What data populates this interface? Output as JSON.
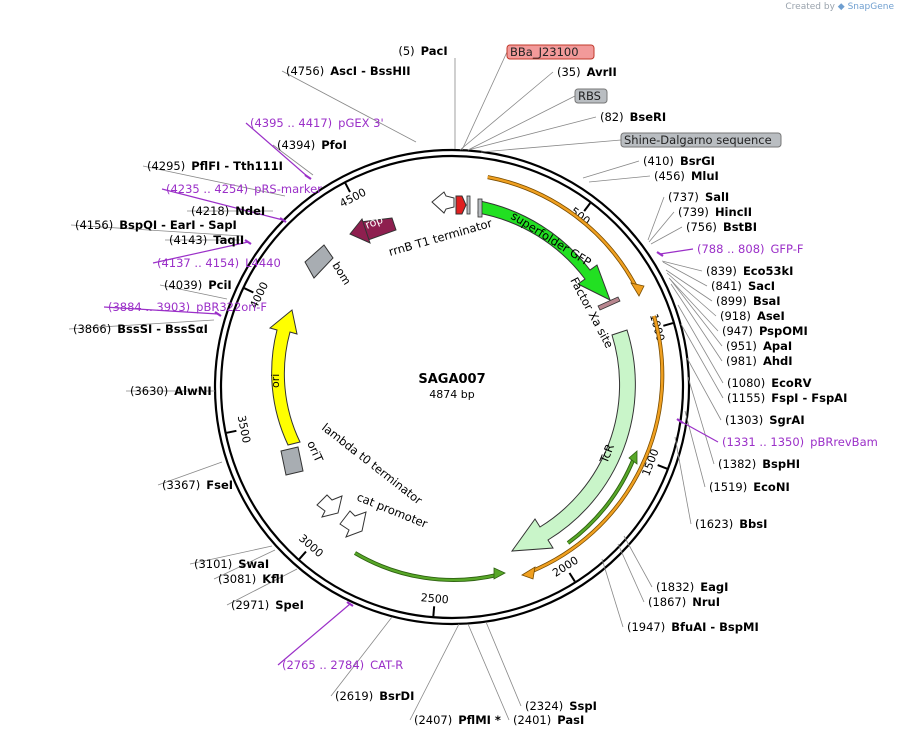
{
  "credit": {
    "prefix": "Created by",
    "brand": "SnapGene"
  },
  "plasmid": {
    "name": "SAGA007",
    "length_label": "4874 bp",
    "length": 4874
  },
  "colors": {
    "enzyme_text": "#000000",
    "primer": "#9b30c8",
    "superfolder_gfp": "#22e022",
    "tcr": "#c9f5c9",
    "ori": "#ffff00",
    "rop": "#8e1f4f",
    "bom": "#a8adb2",
    "orange_arc": "#f0a020",
    "green_arc": "#58a828",
    "rbs_box": "#b9bdc1",
    "bba_box": "#f29a9a"
  },
  "ticks": [
    "500",
    "1000",
    "1500",
    "2000",
    "2500",
    "3000",
    "3500",
    "4000",
    "4500"
  ],
  "enzymes": [
    {
      "pos": "(5)",
      "name": "PacI"
    },
    {
      "pos": "(35)",
      "name": "AvrII"
    },
    {
      "pos": "(82)",
      "name": "BseRI"
    },
    {
      "pos": "(410)",
      "name": "BsrGI"
    },
    {
      "pos": "(456)",
      "name": "MluI"
    },
    {
      "pos": "(737)",
      "name": "SalI"
    },
    {
      "pos": "(739)",
      "name": "HincII"
    },
    {
      "pos": "(756)",
      "name": "BstBI"
    },
    {
      "pos": "(839)",
      "name": "Eco53kI"
    },
    {
      "pos": "(841)",
      "name": "SacI"
    },
    {
      "pos": "(899)",
      "name": "BsaI"
    },
    {
      "pos": "(918)",
      "name": "AseI"
    },
    {
      "pos": "(947)",
      "name": "PspOMI"
    },
    {
      "pos": "(951)",
      "name": "ApaI"
    },
    {
      "pos": "(981)",
      "name": "AhdI"
    },
    {
      "pos": "(1080)",
      "name": "EcoRV"
    },
    {
      "pos": "(1155)",
      "name": "FspI - FspAI"
    },
    {
      "pos": "(1303)",
      "name": "SgrAI"
    },
    {
      "pos": "(1382)",
      "name": "BspHI"
    },
    {
      "pos": "(1519)",
      "name": "EcoNI"
    },
    {
      "pos": "(1623)",
      "name": "BbsI"
    },
    {
      "pos": "(1832)",
      "name": "EagI"
    },
    {
      "pos": "(1867)",
      "name": "NruI"
    },
    {
      "pos": "(1947)",
      "name": "BfuAI - BspMI"
    },
    {
      "pos": "(2324)",
      "name": "SspI"
    },
    {
      "pos": "(2401)",
      "name": "PasI"
    },
    {
      "pos": "(2407)",
      "name": "PflMI *"
    },
    {
      "pos": "(2619)",
      "name": "BsrDI"
    },
    {
      "pos": "(2971)",
      "name": "SpeI"
    },
    {
      "pos": "(3081)",
      "name": "KflI"
    },
    {
      "pos": "(3101)",
      "name": "SwaI"
    },
    {
      "pos": "(3367)",
      "name": "FseI"
    },
    {
      "pos": "(3630)",
      "name": "AlwNI"
    },
    {
      "pos": "(3866)",
      "name": "BssSI - BssSαI"
    },
    {
      "pos": "(4039)",
      "name": "PciI"
    },
    {
      "pos": "(4143)",
      "name": "TaqII"
    },
    {
      "pos": "(4156)",
      "name": "BspQI - EarI - SapI"
    },
    {
      "pos": "(4218)",
      "name": "NdeI"
    },
    {
      "pos": "(4295)",
      "name": "PflFI - Tth111I"
    },
    {
      "pos": "(4394)",
      "name": "PfoI"
    },
    {
      "pos": "(4756)",
      "name": "AscI - BssHII"
    }
  ],
  "primers": [
    {
      "pos": "(788 .. 808)",
      "name": "GFP-F"
    },
    {
      "pos": "(1331 .. 1350)",
      "name": "pBRrevBam"
    },
    {
      "pos": "(2765 .. 2784)",
      "name": "CAT-R"
    },
    {
      "pos": "(3884 .. 3903)",
      "name": "pBR322ori-F"
    },
    {
      "pos": "(4137 .. 4154)",
      "name": "L4440"
    },
    {
      "pos": "(4235 .. 4254)",
      "name": "pRS-marker"
    },
    {
      "pos": "(4395 .. 4417)",
      "name": "pGEX 3'"
    }
  ],
  "boxed_features": [
    {
      "name": "BBa_J23100"
    },
    {
      "name": "RBS"
    },
    {
      "name": "Shine-Dalgarno sequence"
    }
  ],
  "features": {
    "superfolder_gfp": "superfolder GFP",
    "tcr": "TcR",
    "ori": "ori",
    "rop": "rop",
    "bom": "bom",
    "rrnb": "rrnB T1 terminator",
    "factor_xa": "Factor Xa site",
    "lambda": "lambda t0 terminator",
    "orit": "oriT",
    "cat_promoter": "cat promoter"
  }
}
